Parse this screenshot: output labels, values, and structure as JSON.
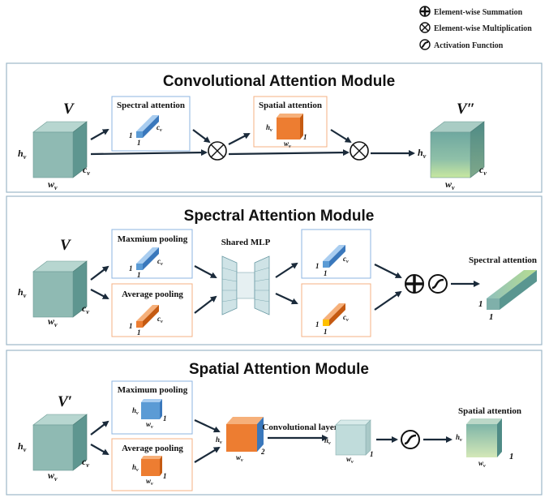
{
  "legend": {
    "sum": "Element-wise Summation",
    "mult": "Element-wise Multiplication",
    "act": "Activation Function"
  },
  "cam": {
    "title": "Convolutional Attention Module",
    "input": "V",
    "output": "V″",
    "spectral_box": "Spectral attention",
    "spatial_box": "Spatial attention"
  },
  "sam": {
    "title": "Spectral Attention Module",
    "input": "V",
    "max_box": "Maxmium pooling",
    "avg_box": "Average pooling",
    "mlp": "Shared MLP",
    "output": "Spectral attention"
  },
  "spm": {
    "title": "Spatial Attention Module",
    "input": "V′",
    "max_box": "Maximum pooling",
    "avg_box": "Average pooling",
    "conv": "Convolutional layer",
    "output": "Spatial attention"
  },
  "dims": {
    "h": "h",
    "w": "w",
    "c": "c",
    "sub": "v",
    "one": "1",
    "two": "2"
  },
  "colors": {
    "teal": "#8fbab3",
    "blue": "#5b9bd5",
    "orange": "#ed7d31",
    "box_blue": "#8db4e2",
    "box_orange": "#f4b183",
    "panel_border": "#9db8c8"
  }
}
